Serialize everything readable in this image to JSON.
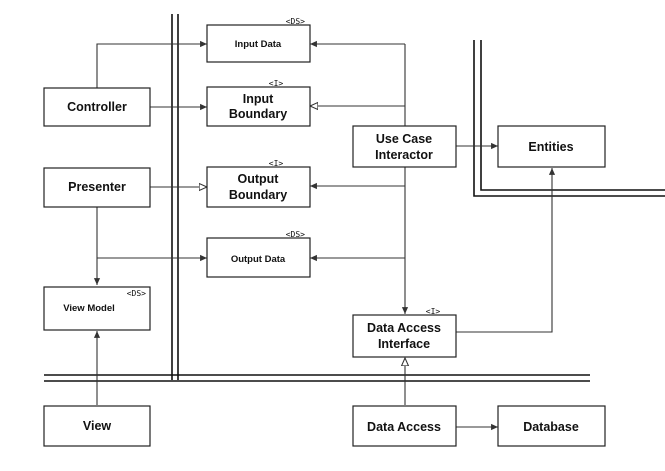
{
  "nodes": {
    "controller": {
      "label": "Controller"
    },
    "presenter": {
      "label": "Presenter"
    },
    "view_model": {
      "label": "View Model",
      "stereotype": "<DS>"
    },
    "view": {
      "label": "View"
    },
    "input_data": {
      "label": "Input Data",
      "stereotype": "<DS>"
    },
    "input_boundary": {
      "label_line1": "Input",
      "label_line2": "Boundary",
      "stereotype": "<I>"
    },
    "output_boundary": {
      "label_line1": "Output",
      "label_line2": "Boundary",
      "stereotype": "<I>"
    },
    "output_data": {
      "label": "Output Data",
      "stereotype": "<DS>"
    },
    "use_case_interactor": {
      "label_line1": "Use Case",
      "label_line2": "Interactor"
    },
    "entities": {
      "label": "Entities"
    },
    "data_access_interface": {
      "label_line1": "Data Access",
      "label_line2": "Interface",
      "stereotype": "<I>"
    },
    "data_access": {
      "label": "Data Access"
    },
    "database": {
      "label": "Database"
    }
  }
}
